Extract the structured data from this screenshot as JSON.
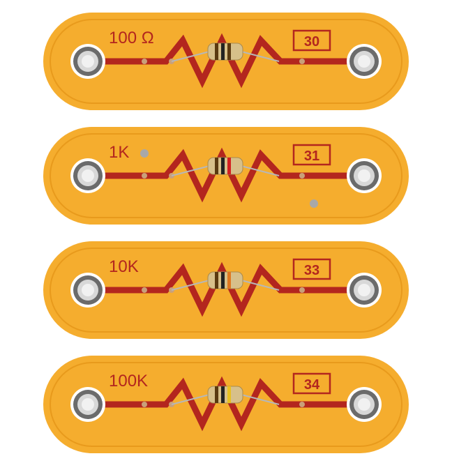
{
  "components": [
    {
      "value_label": "100 Ω",
      "part_number": "30",
      "bands": [
        "#5a3a10",
        "#222222",
        "#5a3a10"
      ]
    },
    {
      "value_label": "1K",
      "part_number": "31",
      "bands": [
        "#5a3a10",
        "#222222",
        "#d42020"
      ]
    },
    {
      "value_label": "10K",
      "part_number": "33",
      "bands": [
        "#5a3a10",
        "#222222",
        "#e07820"
      ]
    },
    {
      "value_label": "100K",
      "part_number": "34",
      "bands": [
        "#5a3a10",
        "#222222",
        "#e8c020"
      ]
    }
  ],
  "colors": {
    "board": "#f5ad2e",
    "board_edge": "#e89a1c",
    "trace": "#b3261e",
    "label": "#b3261e",
    "snap_outer": "#6b6b6b",
    "snap_inner": "#d8d8d8",
    "resistor_body": "#d7c08a"
  }
}
